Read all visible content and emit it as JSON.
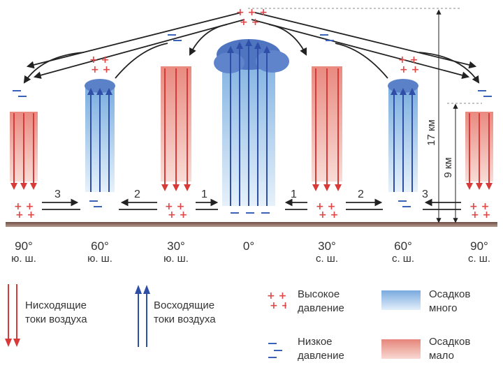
{
  "cells": [
    "1",
    "2",
    "3"
  ],
  "heights": {
    "high": "17 км",
    "low": "9 км"
  },
  "latitudes": [
    {
      "deg": "90°",
      "hem": "ю. ш."
    },
    {
      "deg": "60°",
      "hem": "ю. ш."
    },
    {
      "deg": "30°",
      "hem": "ю. ш."
    },
    {
      "deg": "0°",
      "hem": ""
    },
    {
      "deg": "30°",
      "hem": "с. ш."
    },
    {
      "deg": "60°",
      "hem": "с. ш."
    },
    {
      "deg": "90°",
      "hem": "с. ш."
    }
  ],
  "legend": {
    "down_currents": [
      "Нисходящие",
      "токи воздуха"
    ],
    "up_currents": [
      "Восходящие",
      "токи воздуха"
    ],
    "high_pressure": [
      "Высокое",
      "давление"
    ],
    "low_pressure": [
      "Низкое",
      "давление"
    ],
    "much_precip": [
      "Осадков",
      "много"
    ],
    "little_precip": [
      "Осадков",
      "мало"
    ]
  },
  "colors": {
    "red": "#d84040",
    "blue": "#3b57b0",
    "arrow": "#222222",
    "ground": "#7a5c50"
  }
}
